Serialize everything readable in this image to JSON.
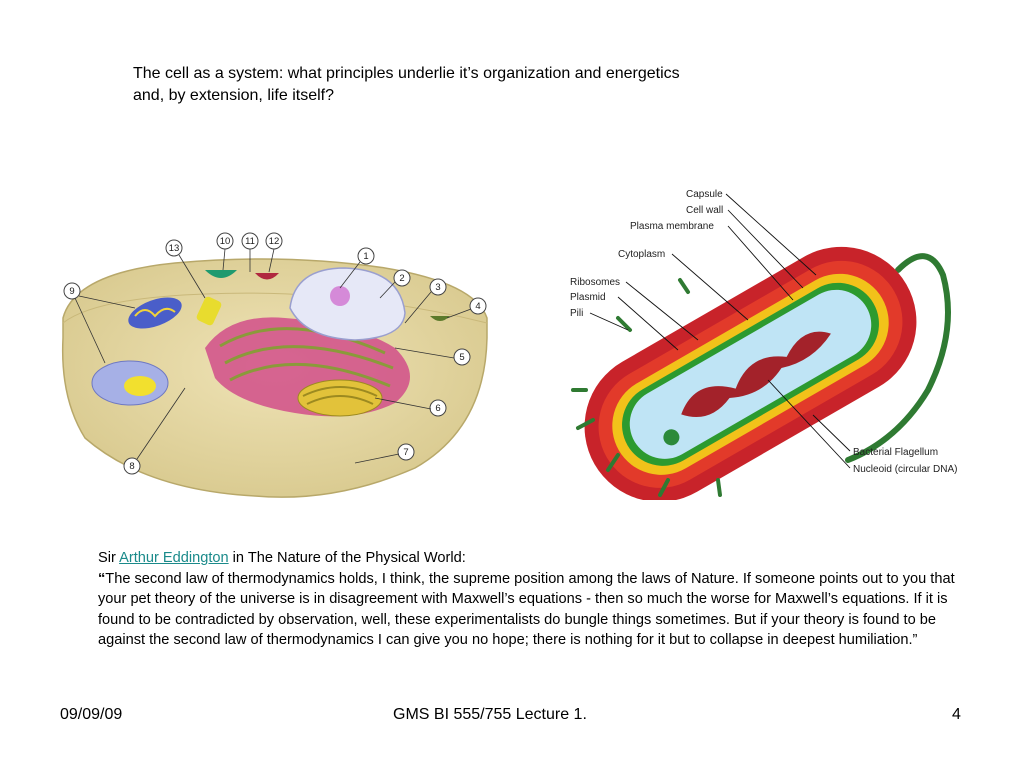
{
  "slide": {
    "title_line1": "The cell as a system: what principles underlie it’s organization and energetics",
    "title_line2": "and, by extension, life itself?"
  },
  "eukaryote_figure": {
    "callouts": [
      "1",
      "2",
      "3",
      "4",
      "5",
      "6",
      "7",
      "8",
      "9",
      "10",
      "11",
      "12",
      "13"
    ]
  },
  "prokaryote_figure": {
    "labels": {
      "capsule": "Capsule",
      "cell_wall": "Cell wall",
      "plasma_membrane": "Plasma membrane",
      "cytoplasm": "Cytoplasm",
      "ribosomes": "Ribosomes",
      "plasmid": "Plasmid",
      "pili": "Pili",
      "flagellum": "Bacterial Flagellum",
      "nucleoid": "Nucleoid (circular DNA)"
    }
  },
  "quote": {
    "prefix": "Sir ",
    "author_link": "Arthur Eddington",
    "source": " in The Nature of the Physical World:",
    "open_mark": "“",
    "text": "The second law of thermodynamics holds, I think, the supreme position among the laws of Nature. If someone points out to you that your pet theory of the universe is in disagreement with Maxwell’s equations - then so much the worse for Maxwell’s equations. If it is found to be contradicted by observation, well, these experimentalists do bungle things sometimes. But if your theory is found to be against the second law of thermodynamics I can give you no hope; there is nothing for it but to collapse in deepest humiliation.”"
  },
  "footer": {
    "date": "09/09/09",
    "course": "GMS BI 555/755 Lecture 1.",
    "page": "4"
  }
}
